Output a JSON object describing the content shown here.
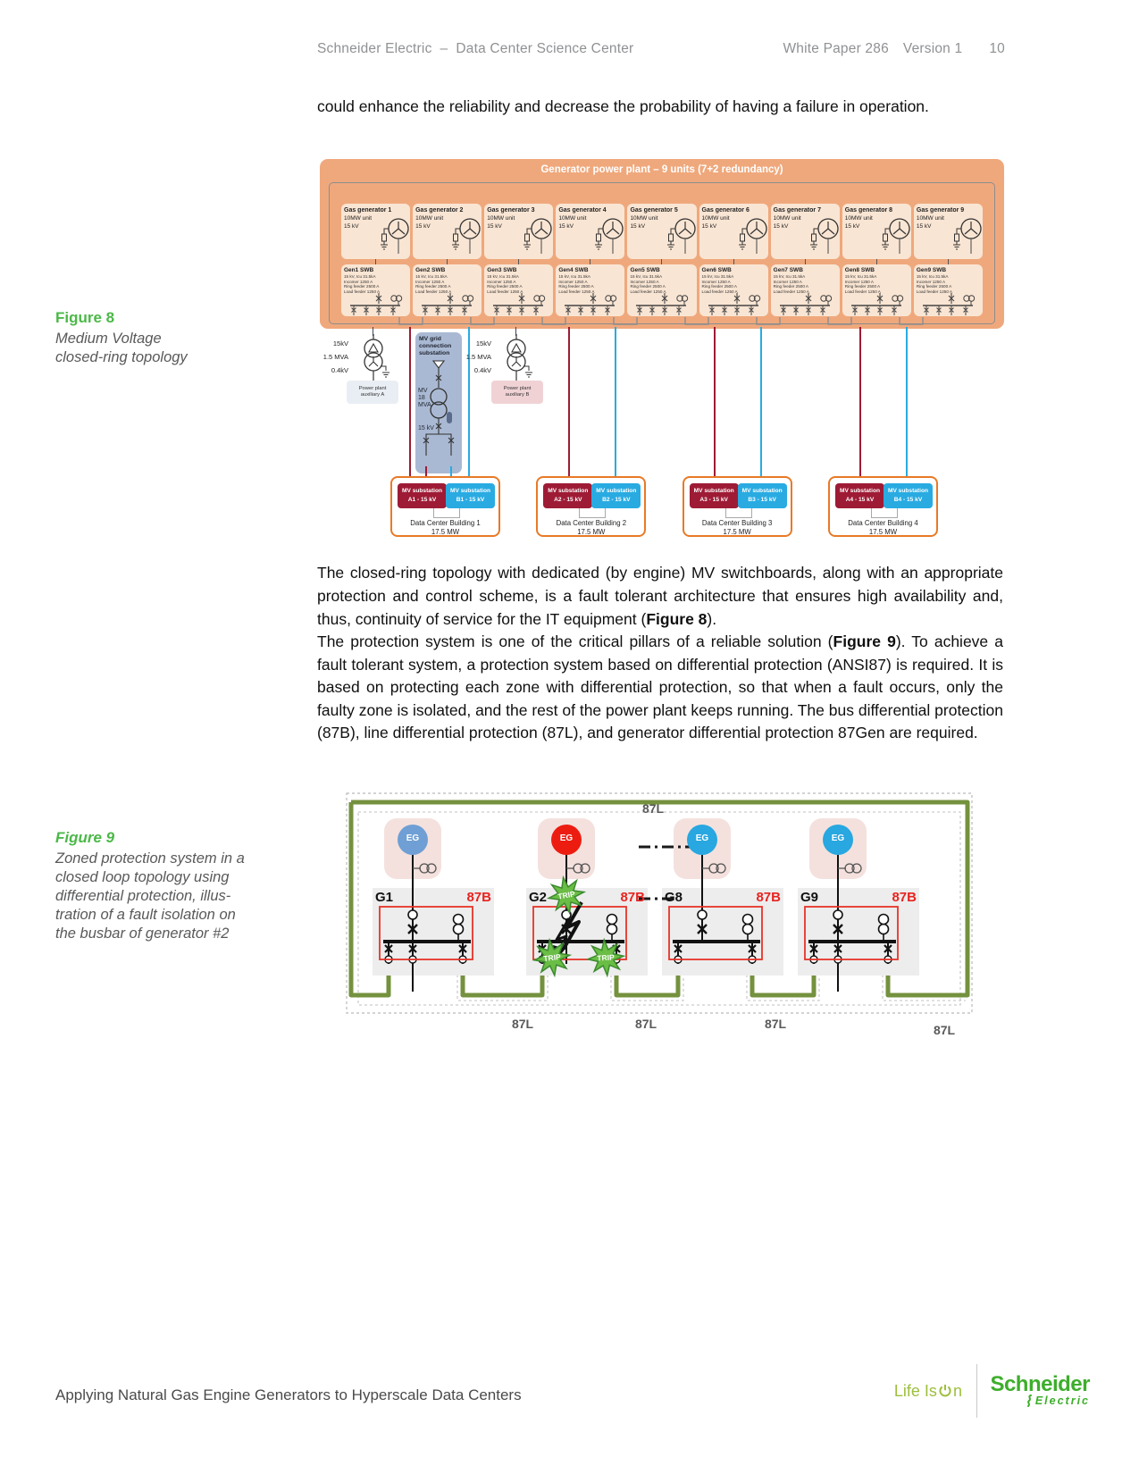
{
  "header": {
    "brand": "Schneider Electric",
    "dash": "–",
    "center": "Data Center Science Center",
    "paper": "White Paper 286",
    "version": "Version 1",
    "page": "10"
  },
  "intro_paragraph": "could enhance the reliability and decrease the probability of having a failure in oper­ation.",
  "figure8": {
    "label": "Figure 8",
    "caption": "Medium Voltage\nclosed-ring topology",
    "plant_title": "Generator power plant – 9 units (7+2 redundancy)",
    "units": [
      {
        "gen_name": "Gas generator 1",
        "gen_unit": "10MW unit",
        "gen_kv": "15 kV",
        "swb_name": "Gen1 SWB",
        "swb_specs": "15 kV, Icu 31.5kA\nIncomer 1250 A\nRing feeder 2500 A\nLoad feeder 1250 A"
      },
      {
        "gen_name": "Gas generator 2",
        "gen_unit": "10MW unit",
        "gen_kv": "15 kV",
        "swb_name": "Gen2 SWB",
        "swb_specs": "15 kV, Icu 31.5kA\nIncomer 1250 A\nRing feeder 2500 A\nLoad feeder 1250 A"
      },
      {
        "gen_name": "Gas generator 3",
        "gen_unit": "10MW unit",
        "gen_kv": "15 kV",
        "swb_name": "Gen3 SWB",
        "swb_specs": "15 kV, Icu 31.5kA\nIncomer 1250 A\nRing feeder 2500 A\nLoad feeder 1250 A"
      },
      {
        "gen_name": "Gas generator 4",
        "gen_unit": "10MW unit",
        "gen_kv": "15 kV",
        "swb_name": "Gen4 SWB",
        "swb_specs": "15 kV, Icu 31.5kA\nIncomer 1250 A\nRing feeder 2500 A\nLoad feeder 1250 A"
      },
      {
        "gen_name": "Gas generator 5",
        "gen_unit": "10MW unit",
        "gen_kv": "15 kV",
        "swb_name": "Gen5 SWB",
        "swb_specs": "15 kV, Icu 31.5kA\nIncomer 1250 A\nRing feeder 2500 A\nLoad feeder 1250 A"
      },
      {
        "gen_name": "Gas generator 6",
        "gen_unit": "10MW unit",
        "gen_kv": "15 kV",
        "swb_name": "Gen6 SWB",
        "swb_specs": "15 kV, Icu 31.5kA\nIncomer 1250 A\nRing feeder 2500 A\nLoad feeder 1250 A"
      },
      {
        "gen_name": "Gas generator 7",
        "gen_unit": "10MW unit",
        "gen_kv": "15 kV",
        "swb_name": "Gen7 SWB",
        "swb_specs": "15 kV, Icu 31.5kA\nIncomer 1250 A\nRing feeder 2500 A\nLoad feeder 1250 A"
      },
      {
        "gen_name": "Gas generator 8",
        "gen_unit": "10MW unit",
        "gen_kv": "15 kV",
        "swb_name": "Gen8 SWB",
        "swb_specs": "15 kV, Icu 31.5kA\nIncomer 1250 A\nRing feeder 2500 A\nLoad feeder 1250 A"
      },
      {
        "gen_name": "Gas generator 9",
        "gen_unit": "10MW unit",
        "gen_kv": "15 kV",
        "swb_name": "Gen9 SWB",
        "swb_specs": "15 kV, Icu 31.5kA\nIncomer 1250 A\nRing feeder 2500 A\nLoad feeder 1250 A"
      }
    ],
    "aux_a": {
      "kv_primary": "15kV",
      "rating": "1.5 MVA",
      "kv_secondary": "0.4kV",
      "label": "Power plant\nauxiliary A"
    },
    "aux_b": {
      "kv_primary": "15kV",
      "rating": "1.5 MVA",
      "kv_secondary": "0.4kV",
      "label": "Power plant\nauxiliary B"
    },
    "grid_substation": {
      "label": "MV grid\nconnection\nsubstation",
      "transformer": "MV\n18\nMVA",
      "kv": "15 kV"
    },
    "buildings": [
      {
        "substation_a": "MV substation\nA1 - 15 kV",
        "substation_b": "MV substation\nB1 - 15 kV",
        "name": "Data Center Building 1",
        "load": "17.5 MW"
      },
      {
        "substation_a": "MV substation\nA2 - 15 kV",
        "substation_b": "MV substation\nB2 - 15 kV",
        "name": "Data Center Building 2",
        "load": "17.5 MW"
      },
      {
        "substation_a": "MV substation\nA3 - 15 kV",
        "substation_b": "MV substation\nB3 - 15 kV",
        "name": "Data Center Building 3",
        "load": "17.5 MW"
      },
      {
        "substation_a": "MV substation\nA4 - 15 kV",
        "substation_b": "MV substation\nB4 - 15 kV",
        "name": "Data Center Building 4",
        "load": "17.5 MW"
      }
    ],
    "colors": {
      "plant_background": "#efa87c",
      "feeder_a": "#9e1b35",
      "feeder_b": "#29abe2",
      "building_border": "#e87a27"
    }
  },
  "body_paragraphs": {
    "p1_before": "The closed-ring topology with dedicated (by engine) MV switchboards, along with an appropriate protection and control scheme, is a fault tolerant architecture that ensures high availability and, thus, continuity of service for the IT equipment (",
    "p1_ref": "Figure 8",
    "p1_after": ").",
    "p2_before": "The protection system is one of the critical pillars of a reliable solution (",
    "p2_ref": "Figure 9",
    "p2_after": "). To achieve a fault tolerant system, a protection system based on differential protection (ANSI87) is required. It is based on protecting each zone with differential protection, so that when a fault occurs, only the faulty zone is isolated, and the rest of the power plant keeps running. The bus differential protection (87B), line differential protection (87L), and generator differential protection 87Gen are required."
  },
  "figure9": {
    "label": "Figure 9",
    "caption": "Zoned protection system in a\nclosed loop topology using\ndifferential protection, illus-\ntration of a fault isolation on\nthe busbar of generator #2",
    "line_zone_top": "87L",
    "line_zones_bottom": [
      "87L",
      "87L",
      "87L",
      "87L"
    ],
    "groups": [
      {
        "name": "G1",
        "bus_zone": "87B",
        "generator": "EG",
        "eg_color": "#6f9fd4"
      },
      {
        "name": "G2",
        "bus_zone": "87B",
        "generator": "EG",
        "eg_color": "#ed1c11",
        "trip_labels": [
          "TRIP",
          "TRIP",
          "TRIP"
        ]
      },
      {
        "name": "G8",
        "bus_zone": "87B",
        "generator": "EG",
        "eg_color": "#28a7e0"
      },
      {
        "name": "G9",
        "bus_zone": "87B",
        "generator": "EG",
        "eg_color": "#28a7e0"
      }
    ],
    "colors": {
      "loop": "#74913e",
      "zone_box": "#e63329",
      "trip_fill": "#6abd45",
      "fault": "#111111"
    }
  },
  "footer": {
    "doc_title": "Applying Natural Gas Engine Generators to Hyperscale Data Centers",
    "tagline_prefix": "Life Is ",
    "tagline_suffix": "n",
    "brand": "Schneider",
    "brand_sub": "Electric"
  }
}
